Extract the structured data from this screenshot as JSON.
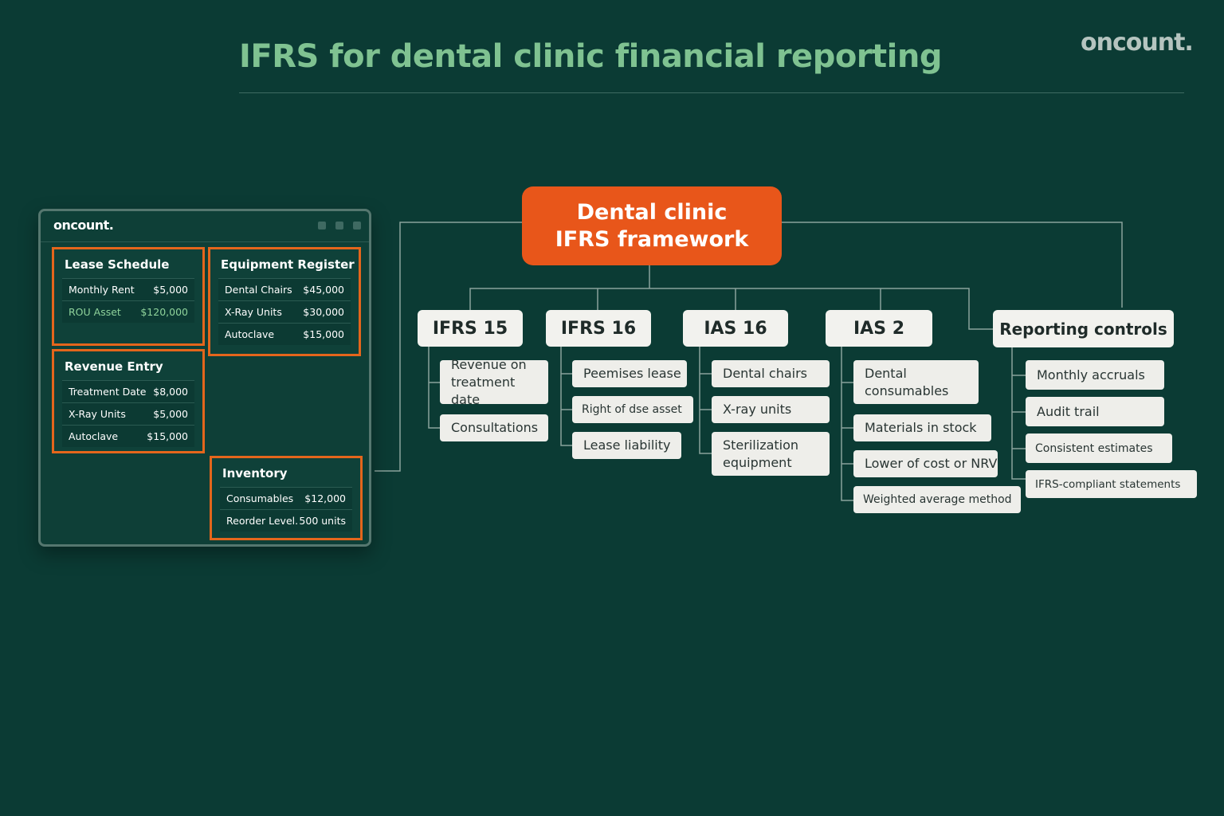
{
  "header": {
    "title": "IFRS for dental clinic financial reporting",
    "brand": "oncount."
  },
  "window": {
    "brand": "oncount.",
    "panels": {
      "lease": {
        "title": "Lease Schedule",
        "rows": [
          {
            "label": "Monthly Rent",
            "value": "$5,000"
          },
          {
            "label": "ROU Asset",
            "value": "$120,000"
          }
        ]
      },
      "equipment": {
        "title": "Equipment Register",
        "rows": [
          {
            "label": "Dental Chairs",
            "value": "$45,000"
          },
          {
            "label": "X-Ray Units",
            "value": "$30,000"
          },
          {
            "label": "Autoclave",
            "value": "$15,000"
          }
        ]
      },
      "revenue": {
        "title": "Revenue Entry",
        "rows": [
          {
            "label": "Treatment Date",
            "value": "$8,000"
          },
          {
            "label": "X-Ray Units",
            "value": "$5,000"
          },
          {
            "label": "Autoclave",
            "value": "$15,000"
          }
        ]
      },
      "inventory": {
        "title": "Inventory",
        "rows": [
          {
            "label": "Consumables",
            "value": "$12,000"
          },
          {
            "label": "Reorder Level.",
            "value": "500 units"
          }
        ]
      }
    }
  },
  "diagram": {
    "root": {
      "line1": "Dental clinic",
      "line2": "IFRS framework"
    },
    "categories": [
      {
        "label": "IFRS 15",
        "items": [
          "Revenue on treatment date",
          "Consultations"
        ]
      },
      {
        "label": "IFRS 16",
        "items": [
          "Peemises lease",
          "Right of dse asset",
          "Lease liability"
        ]
      },
      {
        "label": "IAS 16",
        "items": [
          "Dental chairs",
          "X-ray units",
          "Sterilization equipment"
        ]
      },
      {
        "label": "IAS 2",
        "items": [
          "Dental consumables",
          "Materials in stock",
          "Lower of cost or NRV",
          "Weighted average method"
        ]
      },
      {
        "label": "Reporting controls",
        "items": [
          "Monthly accruals",
          "Audit trail",
          "Consistent estimates",
          "IFRS-compliant statements"
        ]
      }
    ]
  },
  "colors": {
    "background": "#0b3b34",
    "accent": "#e8561a",
    "title": "#7fc291",
    "panel_border": "#e4661c"
  }
}
